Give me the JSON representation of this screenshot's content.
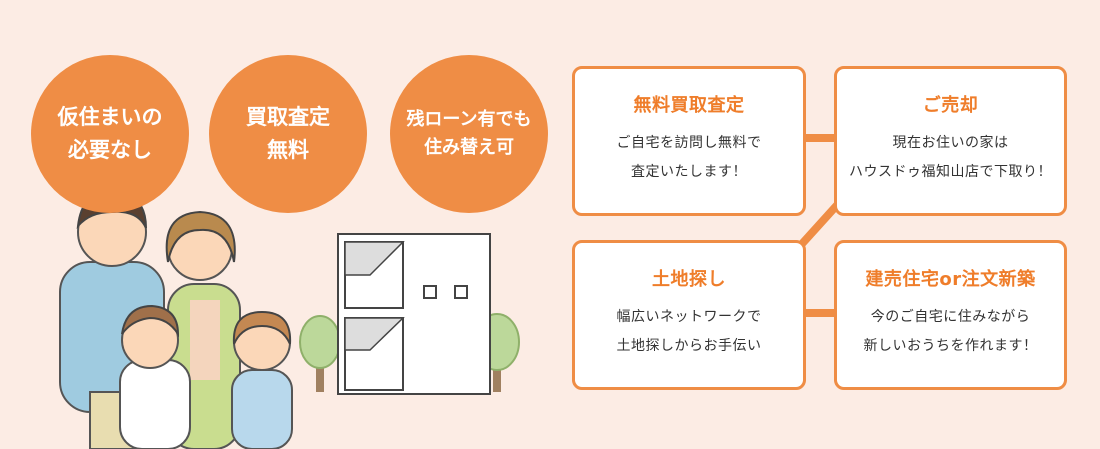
{
  "circles": [
    {
      "line1": "仮住まいの",
      "line2": "必要なし"
    },
    {
      "line1": "買取査定",
      "line2": "無料"
    },
    {
      "line1": "残ローン有でも",
      "line2": "住み替え可"
    }
  ],
  "boxes": [
    {
      "title": "無料買取査定",
      "line1": "ご自宅を訪問し無料で",
      "line2": "査定いたします！"
    },
    {
      "title": "ご売却",
      "line1": "現在お住いの家は",
      "line2": "ハウスドゥ福知山店で下取り！"
    },
    {
      "title": "土地探し",
      "line1": "幅広いネットワークで",
      "line2": "土地探しからお手伝い"
    },
    {
      "title": "建売住宅or注文新築",
      "line1": "今のご自宅に住みながら",
      "line2": "新しいおうちを作れます！"
    }
  ],
  "colors": {
    "accent": "#ef8d45",
    "background": "#fcece4",
    "title": "#ef7d2a"
  },
  "illustration": {
    "icons": [
      "family-illustration",
      "house-illustration",
      "tree-icon"
    ]
  }
}
